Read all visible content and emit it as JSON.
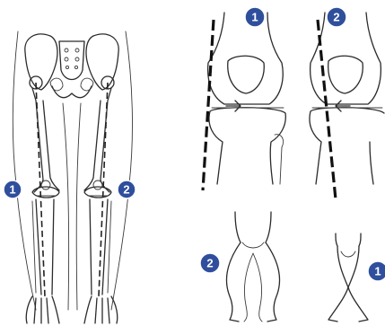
{
  "figure": {
    "badges": {
      "full_leg_left": "1",
      "full_leg_right": "2",
      "knee_1": "1",
      "knee_2": "2",
      "bowlegs": "2",
      "knock_knees": "1"
    },
    "badge_color": "#2f4f9c"
  }
}
